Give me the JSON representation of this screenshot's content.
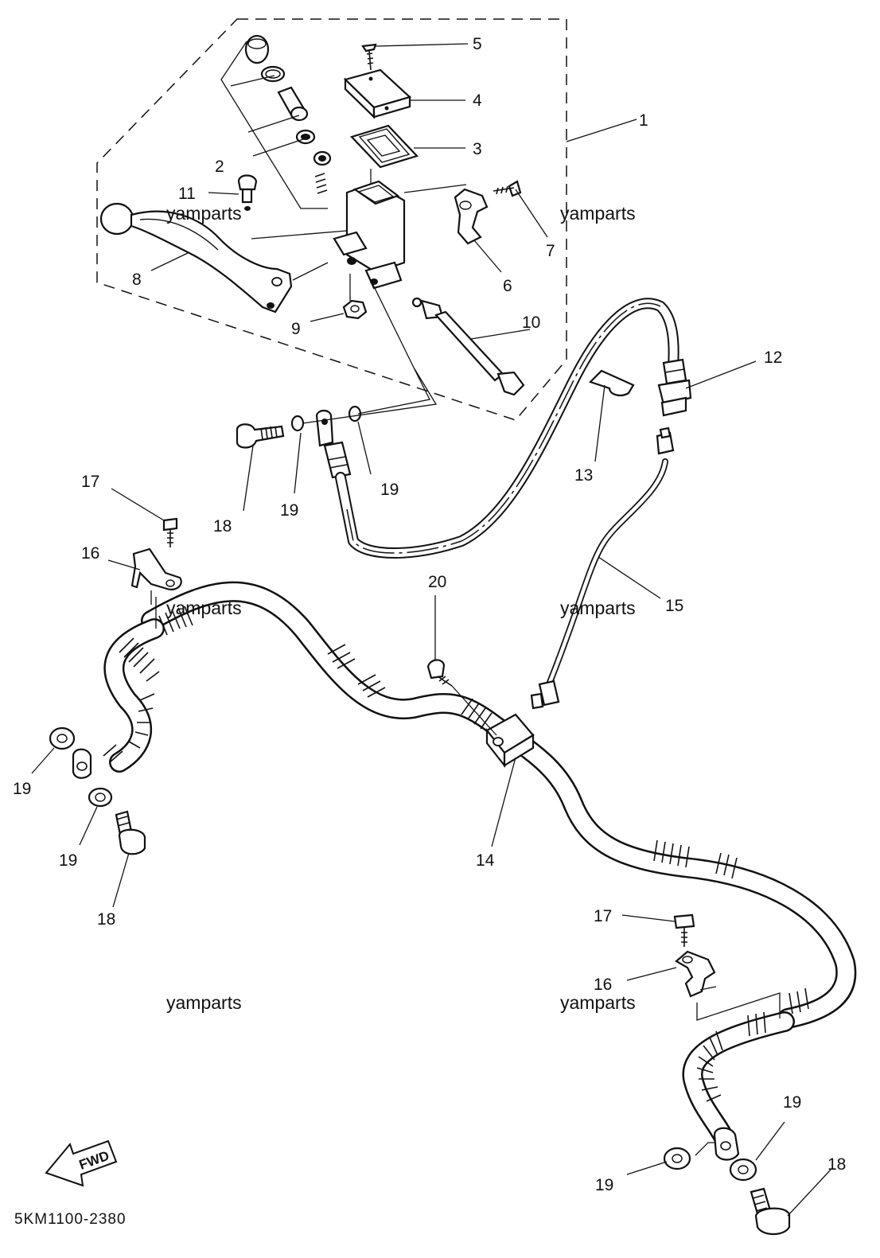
{
  "diagram_code": "5KM1100-2380",
  "watermark": "yamparts",
  "fwd_label": "FWD",
  "callouts": {
    "c1": "1",
    "c2": "2",
    "c3": "3",
    "c4": "4",
    "c5": "5",
    "c6": "6",
    "c7": "7",
    "c8": "8",
    "c9": "9",
    "c10": "10",
    "c11": "11",
    "c12": "12",
    "c13": "13",
    "c14": "14",
    "c15": "15",
    "c16": "16",
    "c17": "17",
    "c18": "18",
    "c19": "19",
    "c20": "20"
  }
}
